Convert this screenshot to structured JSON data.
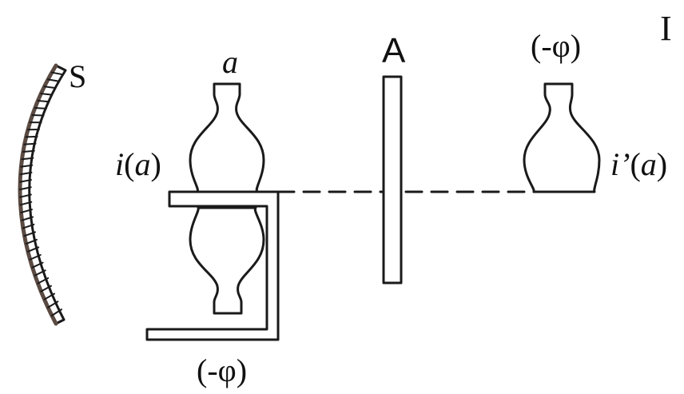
{
  "labels": {
    "panel": "I",
    "screen": "S",
    "object": "a",
    "image_label_prefix": "i",
    "image_label_arg": "a",
    "image_reflected_prefix": "i’",
    "image_reflected_arg": "a",
    "element": "A",
    "top_right_symbol": "(-φ)",
    "bottom_symbol": "(-φ)"
  },
  "colors": {
    "ink": "#1a1a1a",
    "screen_fill": "#5a4a42",
    "background": "#ffffff"
  }
}
